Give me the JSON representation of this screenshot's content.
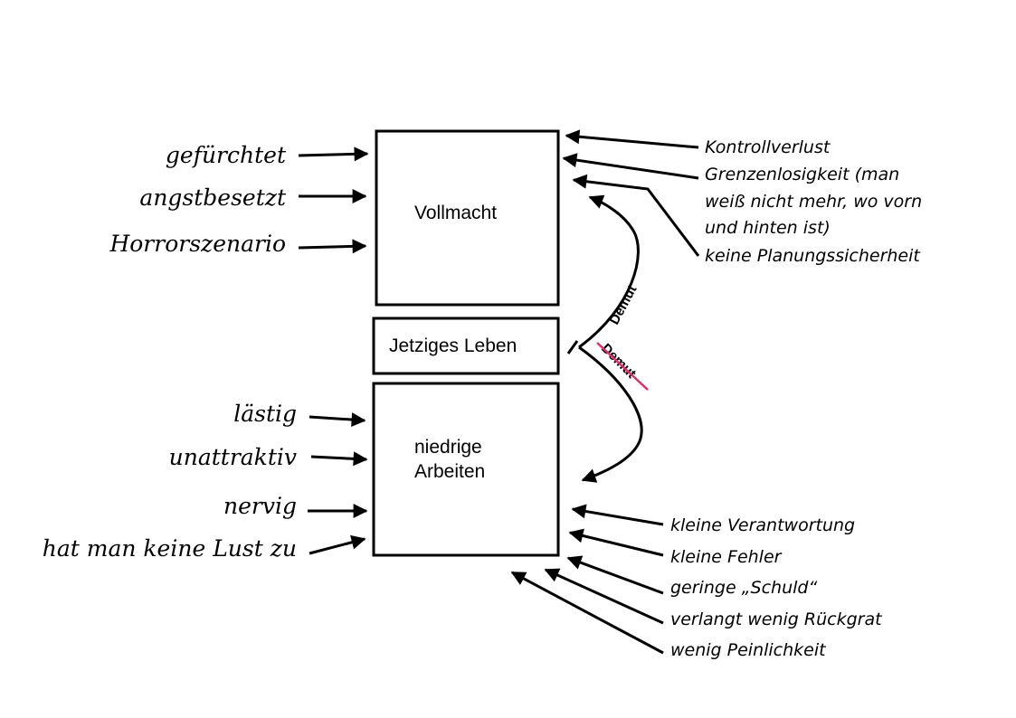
{
  "boxes": {
    "top": "Vollmacht",
    "middle": "Jetziges Leben",
    "bottom_line1": "niedrige",
    "bottom_line2": "Arbeiten"
  },
  "left_top_labels": [
    "gefürchtet",
    "angstbesetzt",
    "Horrorszenario"
  ],
  "left_bottom_labels": [
    "lästig",
    "unattraktiv",
    "nervig",
    "hat man keine Lust zu"
  ],
  "right_top_labels": [
    "Kontrollverlust",
    "Grenzenlosigkeit (man",
    "weiß nicht mehr, wo vorn",
    "und hinten ist)",
    "keine Planungssicherheit"
  ],
  "right_bottom_labels": [
    "kleine Verantwortung",
    "kleine Fehler",
    "geringe „Schuld“",
    "verlangt wenig Rückgrat",
    "wenig Peinlichkeit"
  ],
  "curve": {
    "upper_label": "Demut",
    "lower_label": "Demut",
    "strike_color": "#e0306a"
  }
}
